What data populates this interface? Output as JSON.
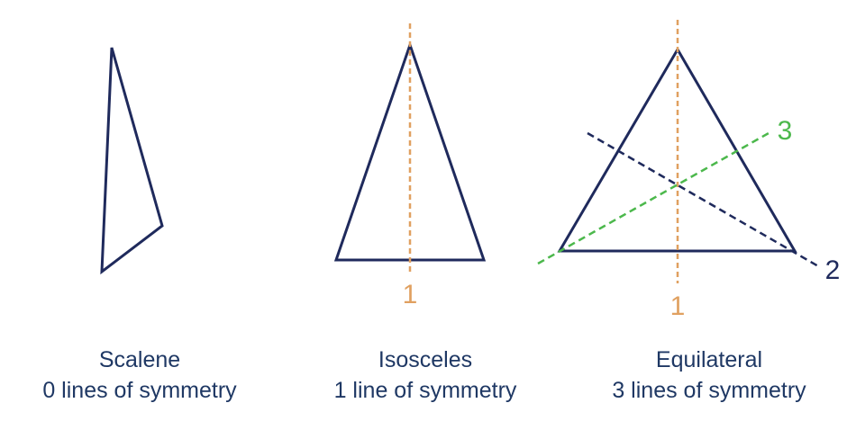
{
  "colors": {
    "triangle": "#1f2a5c",
    "line1": "#e0a060",
    "line2": "#1f2a5c",
    "line3": "#4cb84c",
    "caption": "#1f3864"
  },
  "scalene": {
    "name": "Scalene",
    "symmetry": "0 lines of symmetry"
  },
  "isosceles": {
    "name": "Isosceles",
    "symmetry": "1 line of symmetry",
    "line_labels": [
      "1"
    ]
  },
  "equilateral": {
    "name": "Equilateral",
    "symmetry": "3 lines of symmetry",
    "line_labels": [
      "1",
      "2",
      "3"
    ]
  }
}
